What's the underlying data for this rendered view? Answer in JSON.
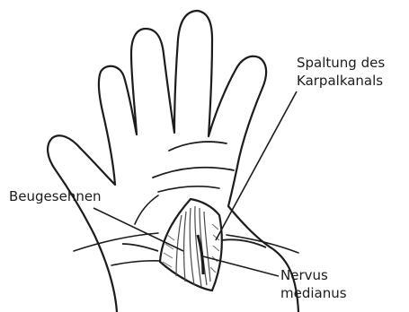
{
  "labels": {
    "karpal_split": {
      "line1": "Spaltung des",
      "line2": "Karpalkanals"
    },
    "flexor_tendons": "Beugesehnen",
    "median_nerve": {
      "line1": "Nervus",
      "line2": "medianus"
    }
  },
  "colors": {
    "ink": "#1c1c1c",
    "background": "#ffffff",
    "shading": "#6b6b6b"
  }
}
